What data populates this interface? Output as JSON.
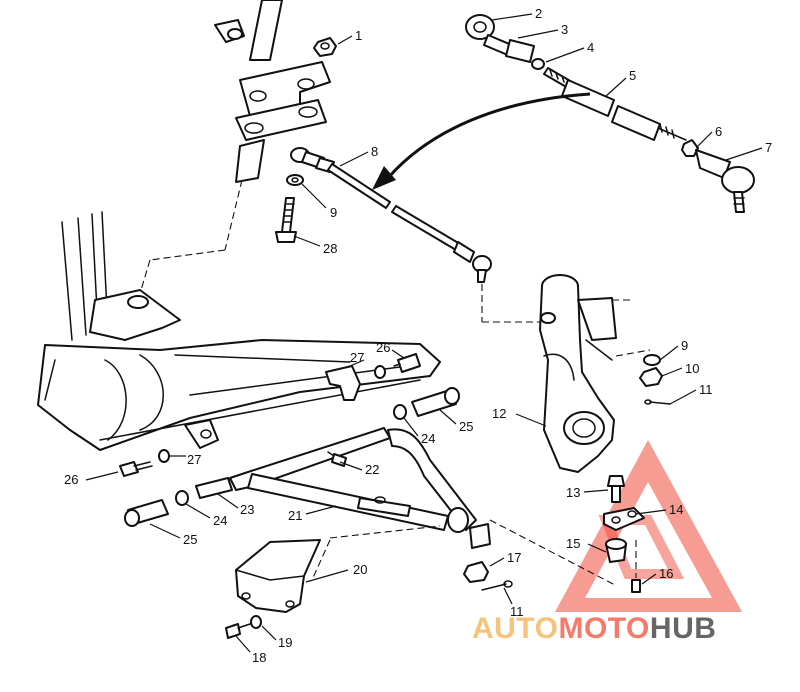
{
  "watermark": {
    "part1": "AUTO",
    "part2": "MOTO",
    "part3": "HUB",
    "colors": {
      "auto": "#f5c37a",
      "moto": "#f47a6b",
      "hub": "#666666",
      "triangle": "#f04b3a"
    }
  },
  "callouts": [
    {
      "id": "c1",
      "number": "1"
    },
    {
      "id": "c2",
      "number": "2"
    },
    {
      "id": "c3",
      "number": "3"
    },
    {
      "id": "c4",
      "number": "4"
    },
    {
      "id": "c5",
      "number": "5"
    },
    {
      "id": "c6",
      "number": "6"
    },
    {
      "id": "c7",
      "number": "7"
    },
    {
      "id": "c8",
      "number": "8"
    },
    {
      "id": "c9a",
      "number": "9"
    },
    {
      "id": "c28",
      "number": "28"
    },
    {
      "id": "c9b",
      "number": "9"
    },
    {
      "id": "c10",
      "number": "10"
    },
    {
      "id": "c11a",
      "number": "11"
    },
    {
      "id": "c12",
      "number": "12"
    },
    {
      "id": "c27a",
      "number": "27"
    },
    {
      "id": "c26a",
      "number": "26"
    },
    {
      "id": "c24a",
      "number": "24"
    },
    {
      "id": "c25a",
      "number": "25"
    },
    {
      "id": "c26b",
      "number": "26"
    },
    {
      "id": "c27b",
      "number": "27"
    },
    {
      "id": "c22",
      "number": "22"
    },
    {
      "id": "c23",
      "number": "23"
    },
    {
      "id": "c24b",
      "number": "24"
    },
    {
      "id": "c25b",
      "number": "25"
    },
    {
      "id": "c21",
      "number": "21"
    },
    {
      "id": "c13",
      "number": "13"
    },
    {
      "id": "c14",
      "number": "14"
    },
    {
      "id": "c15",
      "number": "15"
    },
    {
      "id": "c16",
      "number": "16"
    },
    {
      "id": "c17",
      "number": "17"
    },
    {
      "id": "c11b",
      "number": "11"
    },
    {
      "id": "c20",
      "number": "20"
    },
    {
      "id": "c19",
      "number": "19"
    },
    {
      "id": "c18",
      "number": "18"
    }
  ]
}
